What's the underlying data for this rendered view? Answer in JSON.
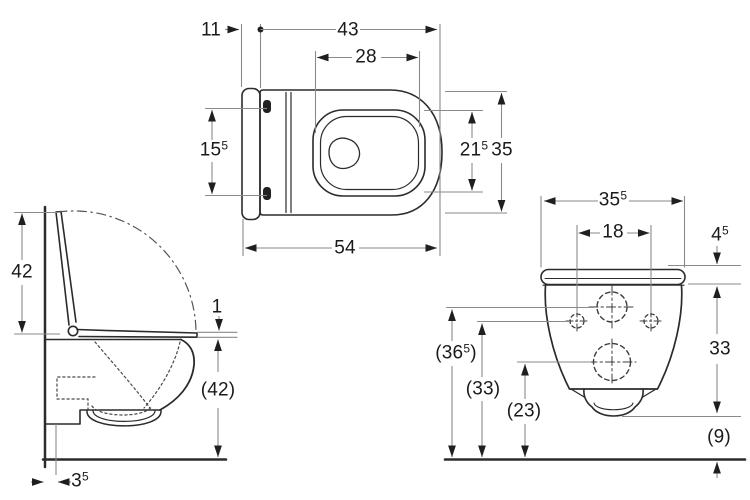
{
  "figure": {
    "kind": "technical dimension drawing",
    "subject": "wall-hung toilet (WC) with seat and lid, three orthographic views"
  },
  "colors": {
    "background": "#ffffff",
    "outline": "#2b2b2b",
    "dimension_line": "#8a8a8a",
    "arrowhead": "#1f1f1f",
    "text": "#1a1a1a"
  },
  "views": {
    "top": {
      "dims": {
        "lid_offset": {
          "pre": "11",
          "sup": "",
          "post": ""
        },
        "bowl_length": {
          "pre": "43",
          "sup": "",
          "post": ""
        },
        "inner_width": {
          "pre": "28",
          "sup": "",
          "post": ""
        },
        "total_depth": {
          "pre": "54",
          "sup": "",
          "post": ""
        },
        "hinge_spacing": {
          "pre": "15",
          "sup": "5",
          "post": ""
        },
        "inner_length": {
          "pre": "21",
          "sup": "5",
          "post": ""
        },
        "outer_width": {
          "pre": "35",
          "sup": "",
          "post": ""
        }
      }
    },
    "side": {
      "dims": {
        "lid_open_height": {
          "pre": "42",
          "sup": "",
          "post": ""
        },
        "seat_thickness": {
          "pre": "1",
          "sup": "",
          "post": ""
        },
        "rim_height": {
          "pre": "(42",
          "sup": "",
          "post": ")"
        },
        "wall_clearance": {
          "pre": "3",
          "sup": "5",
          "post": ""
        }
      }
    },
    "rear": {
      "dims": {
        "seat_width": {
          "pre": "35",
          "sup": "5",
          "post": ""
        },
        "fixing_centres": {
          "pre": "18",
          "sup": "",
          "post": ""
        },
        "seat_lid_stack": {
          "pre": "4",
          "sup": "5",
          "post": ""
        },
        "body_height": {
          "pre": "33",
          "sup": "",
          "post": ""
        },
        "water_inlet_height": {
          "pre": "(36",
          "sup": "5",
          "post": ")"
        },
        "fixing_height": {
          "pre": "(33",
          "sup": "",
          "post": ")"
        },
        "outlet_height": {
          "pre": "(23",
          "sup": "",
          "post": ")"
        },
        "bottom_clearance": {
          "pre": "(9",
          "sup": "",
          "post": ")"
        }
      }
    }
  }
}
